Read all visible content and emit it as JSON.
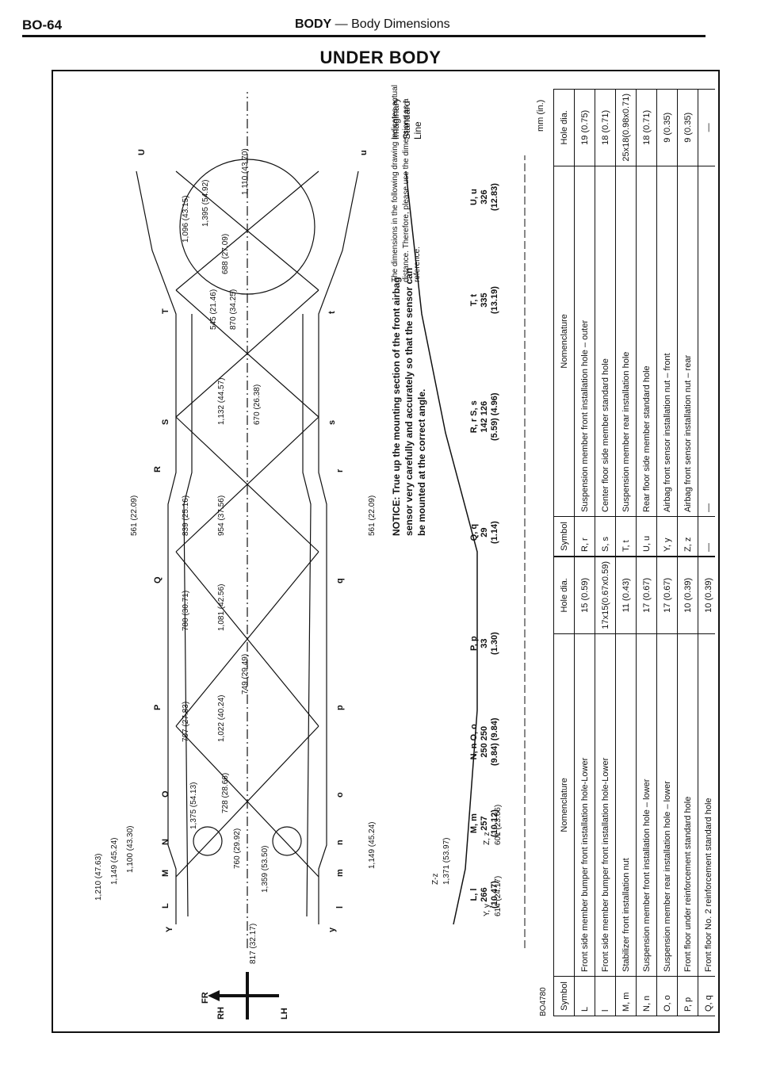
{
  "header": {
    "page": "BO-64",
    "section_bold": "BODY",
    "section_rest": " — Body Dimensions"
  },
  "title": "UNDER BODY",
  "diagram": {
    "compass": {
      "rh": "RH",
      "lh": "LH",
      "fr": "FR"
    },
    "figure_code": "BO4780",
    "notice": "NOTICE:  True up the mounting section of the front airbag sensor very carefully and accurately so that the sensor can be mounted at the correct angle.",
    "reference": "The dimensions in the following drawing indicates actual distance. Therefore, please use the dimensions as a reference.",
    "imaginary_line": "Imaginary Standard Line",
    "units": "mm (in.)",
    "points_top": [
      "Y",
      "L",
      "M",
      "N",
      "O",
      "P",
      "Q",
      "R",
      "S",
      "T",
      "U"
    ],
    "points_bottom": [
      "y",
      "l",
      "m",
      "n",
      "o",
      "p",
      "q",
      "r",
      "s",
      "t",
      "u"
    ],
    "plan_dims": [
      "1,210 (47.63)",
      "1,149 (45.24)",
      "1,100 (43.30)",
      "817 (32.17)",
      "561 (22.09)",
      "561 (22.09)",
      "1,149 (45.24)",
      "760 (29.92)",
      "1,375 (54.13)",
      "728 (28.66)",
      "1,022 (40.24)",
      "1,359 (53.50)",
      "707 (27.83)",
      "780 (30.71)",
      "1,081 (42.56)",
      "954 (37.56)",
      "839 (25.16)",
      "749 (29.49)",
      "1,132 (44.57)",
      "670 (26.38)",
      "545 (21.46)",
      "870 (34.25)",
      "688 (27.09)",
      "1,096 (43.15)",
      "1,395 (54.92)",
      "1,110 (43.70)"
    ],
    "side_dims": [
      "Z-z",
      "1,371 (53.97)",
      "Z, z",
      "601 (23.66)",
      "Y, y",
      "614 (24.17)"
    ],
    "heights": [
      {
        "label": "L, l",
        "v": "266",
        "i": "(10.47)"
      },
      {
        "label": "M, m",
        "v": "257",
        "i": "(10.12)"
      },
      {
        "label": "N, n  O, o",
        "v": "250   250",
        "i": "(9.84) (9.84)"
      },
      {
        "label": "P, p",
        "v": "33",
        "i": "(1.30)"
      },
      {
        "label": "Q, q",
        "v": "29",
        "i": "(1.14)"
      },
      {
        "label": "R, r   S, s",
        "v": "142   126",
        "i": "(5.59) (4.96)"
      },
      {
        "label": "T, t",
        "v": "335",
        "i": "(13.19)"
      },
      {
        "label": "U, u",
        "v": "326",
        "i": "(12.83)"
      }
    ]
  },
  "table_left": {
    "headers": [
      "Symbol",
      "Nomenclature",
      "Hole dia."
    ],
    "rows": [
      [
        "L",
        "Front side member bumper front installation hole-Lower",
        "15 (0.59)"
      ],
      [
        "l",
        "Front side member bumper front installation hole-Lower",
        "17x15(0.67x0.59)"
      ],
      [
        "M, m",
        "Stabilizer front installation nut",
        "11 (0.43)"
      ],
      [
        "N, n",
        "Suspension member front installation hole – lower",
        "17 (0.67)"
      ],
      [
        "O, o",
        "Suspension member rear installation hole – lower",
        "17 (0.67)"
      ],
      [
        "P, p",
        "Front floor under reinforcement standard hole",
        "10 (0.39)"
      ],
      [
        "Q, q",
        "Front floor No. 2 reinforcement standard hole",
        "10 (0.39)"
      ]
    ]
  },
  "table_right": {
    "headers": [
      "Symbol",
      "Nomenclature",
      "Hole dia."
    ],
    "rows": [
      [
        "R, r",
        "Suspension member front installation hole – outer",
        "19 (0.75)"
      ],
      [
        "S, s",
        "Center floor side member standard hole",
        "18 (0.71)"
      ],
      [
        "T, t",
        "Suspension member rear installation hole",
        "25x18(0.98x0.71)"
      ],
      [
        "U, u",
        "Rear floor side member standard hole",
        "18 (0.71)"
      ],
      [
        "Y, y",
        "Airbag front sensor installation nut – front",
        "9 (0.35)"
      ],
      [
        "Z, z",
        "Airbag front sensor installation nut – rear",
        "9 (0.35)"
      ],
      [
        "—",
        "—",
        "—"
      ]
    ]
  }
}
